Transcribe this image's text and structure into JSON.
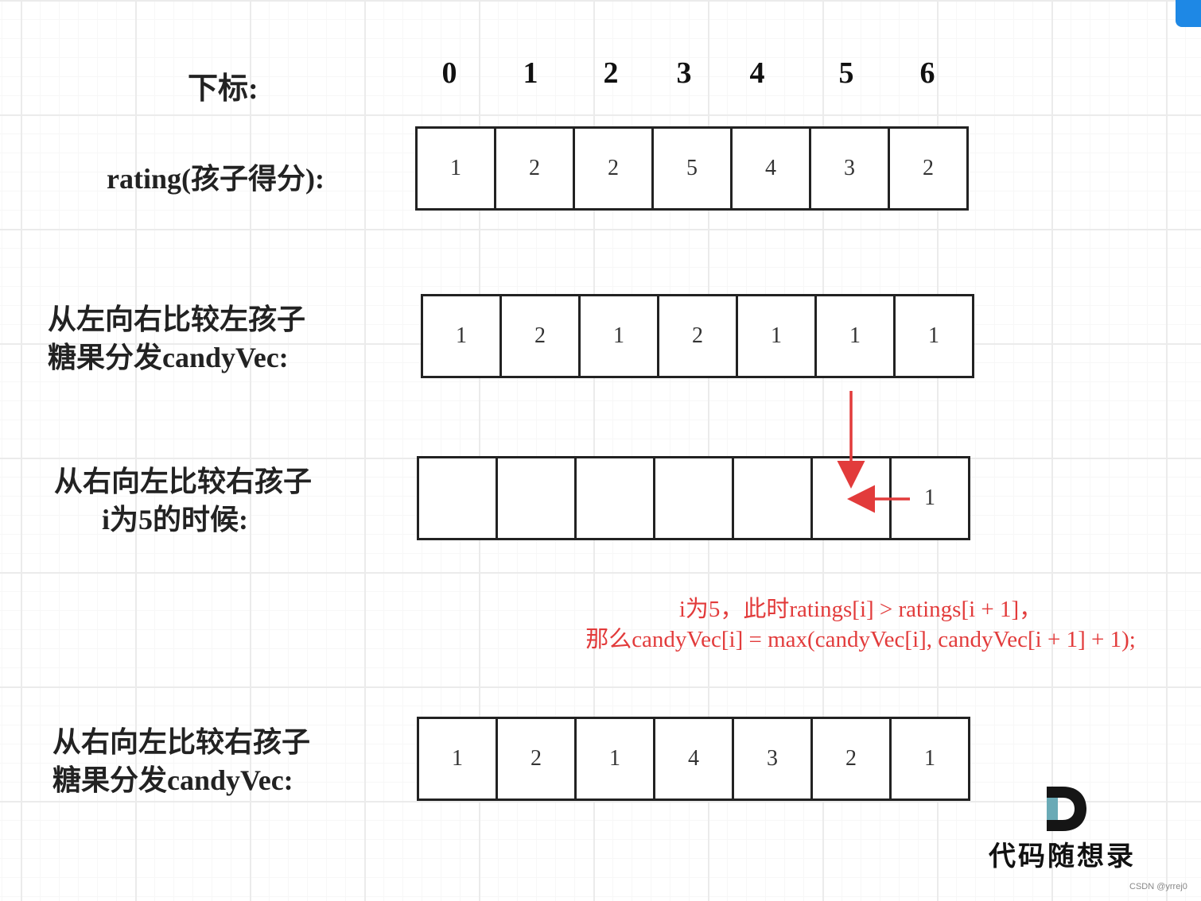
{
  "labels": {
    "index": "下标:",
    "rating": "rating(孩子得分):",
    "left_line1": "从左向右比较左孩子",
    "left_line2": "糖果分发candyVec:",
    "right_step_line1": "从右向左比较右孩子",
    "right_step_line2": "i为5的时候:",
    "right_line1": "从右向左比较右孩子",
    "right_line2": "糖果分发candyVec:"
  },
  "indices": [
    "0",
    "1",
    "2",
    "3",
    "4",
    "5",
    "6"
  ],
  "rating": [
    "1",
    "2",
    "2",
    "5",
    "4",
    "3",
    "2"
  ],
  "left_candy": [
    "1",
    "2",
    "1",
    "2",
    "1",
    "1",
    "1"
  ],
  "step_candy": [
    "",
    "",
    "",
    "",
    "",
    "",
    "1"
  ],
  "right_candy": [
    "1",
    "2",
    "1",
    "4",
    "3",
    "2",
    "1"
  ],
  "note": {
    "line1": "i为5，此时ratings[i] > ratings[i + 1]，",
    "line2": "那么candyVec[i] = max(candyVec[i], candyVec[i + 1] + 1);"
  },
  "watermark": {
    "brand": "代码随想录",
    "credit": "CSDN @yrrej0"
  },
  "colors": {
    "accent": "#e23b3b",
    "grid": "#ebebeb",
    "border": "#222222"
  }
}
